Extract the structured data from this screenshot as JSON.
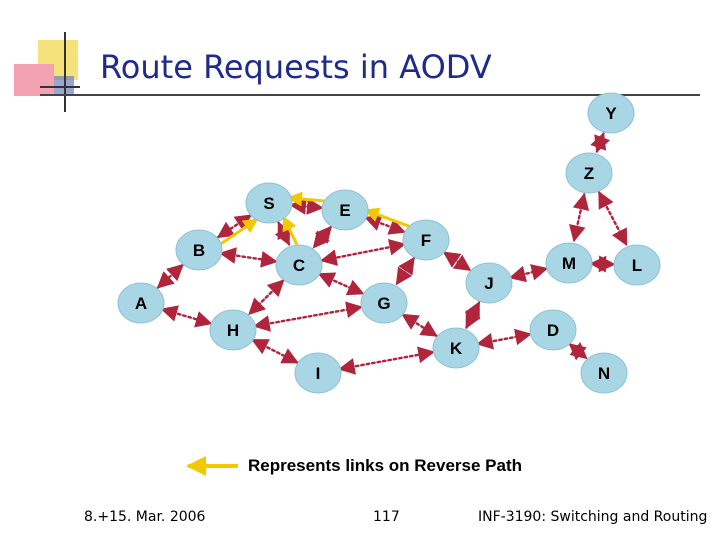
{
  "slide": {
    "title": "Route Requests in AODV",
    "legend_text": "Represents links on Reverse Path",
    "footer": {
      "date": "8.+15. Mar. 2006",
      "page_number": "117",
      "course": "INF-3190: Switching and Routing"
    }
  },
  "nodes": [
    {
      "id": "Y",
      "label": "Y"
    },
    {
      "id": "Z",
      "label": "Z"
    },
    {
      "id": "S",
      "label": "S"
    },
    {
      "id": "E",
      "label": "E"
    },
    {
      "id": "F",
      "label": "F"
    },
    {
      "id": "B",
      "label": "B"
    },
    {
      "id": "C",
      "label": "C"
    },
    {
      "id": "M",
      "label": "M"
    },
    {
      "id": "L",
      "label": "L"
    },
    {
      "id": "J",
      "label": "J"
    },
    {
      "id": "A",
      "label": "A"
    },
    {
      "id": "G",
      "label": "G"
    },
    {
      "id": "H",
      "label": "H"
    },
    {
      "id": "D",
      "label": "D"
    },
    {
      "id": "K",
      "label": "K"
    },
    {
      "id": "I",
      "label": "I"
    },
    {
      "id": "N",
      "label": "N"
    }
  ],
  "colors": {
    "node_fill": "#a9d6e5",
    "link": "#b0243c",
    "reverse_path": "#f2c800",
    "title": "#1f2b8a"
  }
}
